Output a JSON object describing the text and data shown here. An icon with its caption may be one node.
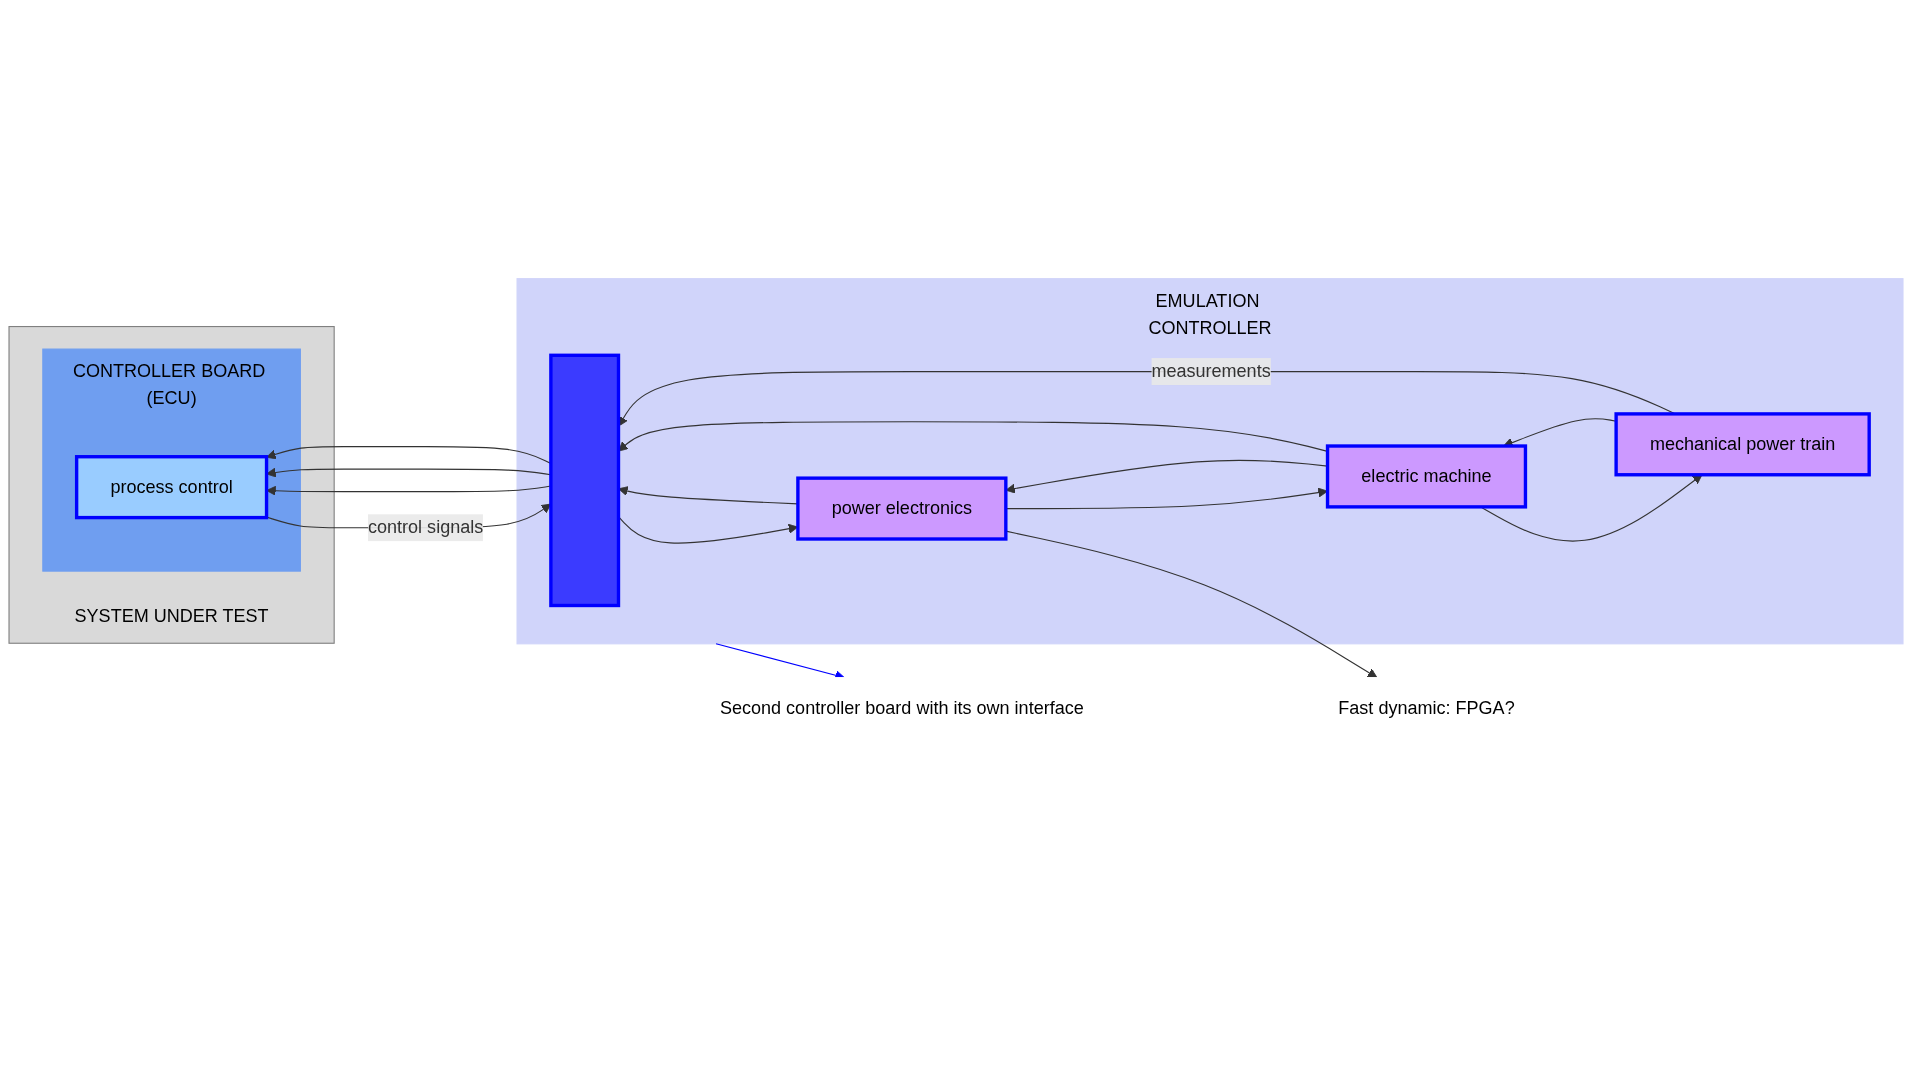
{
  "diagram": {
    "nodes": [
      {
        "text": [
          "SYSTEM UNDER TEST"
        ]
      },
      {
        "text": [
          "CONTROLLER BOARD (ECU)"
        ],
        "in": 0
      },
      {
        "text": [
          "process control"
        ],
        "in": 1
      },
      {
        "text": [
          "EMULATION CONTROLLER"
        ]
      },
      {
        "text": [],
        "shape": "bar",
        "in": 3
      },
      {
        "text": [
          "power electronics"
        ],
        "in": 3
      },
      {
        "text": [
          "electric machine"
        ],
        "in": 3
      },
      {
        "text": [
          "mechanical power train"
        ],
        "in": 3
      },
      {
        "text": [
          "Fast dynamic: FPGA?"
        ]
      },
      {
        "text": [
          "Second controller board with its own interface"
        ]
      }
    ],
    "edges": [
      {
        "from": 2,
        "to": 4,
        "arrow": "to",
        "label": "control signals"
      },
      {
        "from": 4,
        "to": 5,
        "arrow": "to"
      },
      {
        "from": 5,
        "to": 6,
        "arrow": "to"
      },
      {
        "from": 6,
        "to": 5,
        "arrow": "to"
      },
      {
        "from": 6,
        "to": 7,
        "arrow": "to"
      },
      {
        "from": 7,
        "to": 6,
        "arrow": "to"
      },
      {
        "from": 5,
        "to": 4,
        "arrow": "to"
      },
      {
        "from": 6,
        "to": 4,
        "arrow": "to"
      },
      {
        "from": 7,
        "to": 4,
        "arrow": "to",
        "label": "measurements"
      },
      {
        "from": 4,
        "to": 2,
        "arrow": "to"
      },
      {
        "from": 4,
        "to": 2,
        "arrow": "to"
      },
      {
        "from": 4,
        "to": 2,
        "arrow": "to"
      },
      {
        "from": 5,
        "to": 8,
        "arrow": "to"
      },
      {
        "from": 3,
        "to": 9,
        "arrow": "to",
        "color": "#0000ff"
      }
    ]
  }
}
